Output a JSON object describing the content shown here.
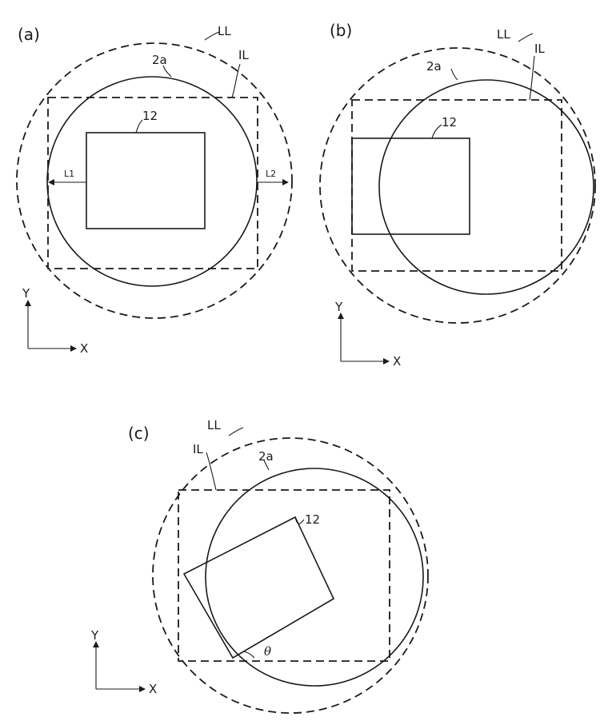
{
  "panels": {
    "a": {
      "label": "(a)",
      "LL": "LL",
      "IL": "IL",
      "circle": "2a",
      "square": "12",
      "L1": "L1",
      "L2": "L2",
      "axis_y": "Y",
      "axis_x": "X"
    },
    "b": {
      "label": "(b)",
      "LL": "LL",
      "IL": "IL",
      "circle": "2a",
      "square": "12",
      "axis_y": "Y",
      "axis_x": "X"
    },
    "c": {
      "label": "(c)",
      "LL": "LL",
      "IL": "IL",
      "circle": "2a",
      "square": "12",
      "theta": "θ",
      "axis_y": "Y",
      "axis_x": "X"
    }
  }
}
